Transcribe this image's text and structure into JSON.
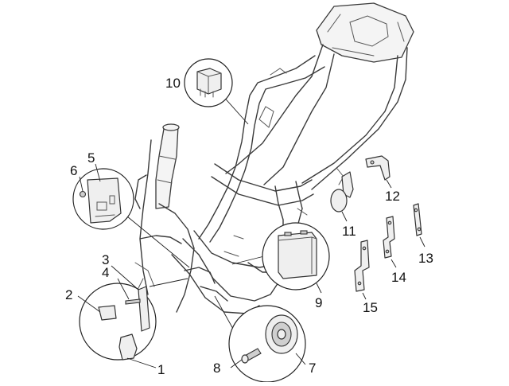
{
  "diagram": {
    "labels": {
      "l1": "1",
      "l2": "2",
      "l3": "3",
      "l4": "4",
      "l5": "5",
      "l6": "6",
      "l7": "7",
      "l8": "8",
      "l9": "9",
      "l10": "10",
      "l11": "11",
      "l12": "12",
      "l13": "13",
      "l14": "14",
      "l15": "15"
    },
    "colors": {
      "line": "#3a3a3a",
      "part_fill": "#efefef",
      "background": "#ffffff"
    }
  }
}
